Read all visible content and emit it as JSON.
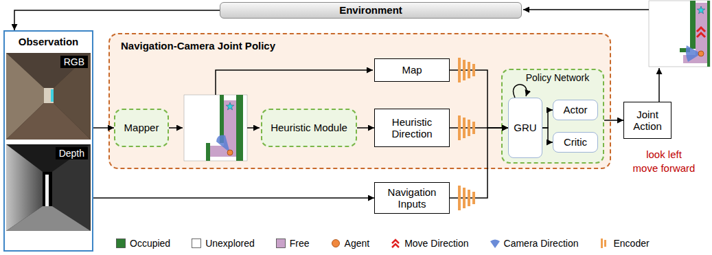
{
  "diagram": {
    "nodes": [
      {
        "text": [
          "Environment"
        ]
      },
      {
        "text": [
          "Observation"
        ]
      },
      {
        "text": [
          "RGB"
        ],
        "in": 1
      },
      {
        "text": [
          "Depth"
        ],
        "in": 1
      },
      {
        "text": [
          "Navigation-Camera Joint Policy"
        ]
      },
      {
        "text": [
          "Mapper"
        ],
        "in": 4
      },
      {
        "text": [
          "Map"
        ],
        "in": 4
      },
      {
        "text": [
          "Heuristic Module"
        ],
        "in": 4
      },
      {
        "text": [
          "Heuristic Direction"
        ],
        "in": 4
      },
      {
        "text": [
          "Policy Network"
        ],
        "in": 4
      },
      {
        "text": [
          "GRU"
        ],
        "in": 9
      },
      {
        "text": [
          "Actor"
        ],
        "in": 9
      },
      {
        "text": [
          "Critic"
        ],
        "in": 9
      },
      {
        "text": [
          "Joint Action"
        ]
      },
      {
        "text": [
          "Navigation Inputs"
        ]
      }
    ],
    "edges": [
      {
        "from": 0,
        "to": 1,
        "arrow": "to"
      },
      {
        "from": 1,
        "to": 5,
        "arrow": "to"
      },
      {
        "from": 7,
        "to": 8,
        "arrow": "to"
      },
      {
        "from": 6,
        "to": 10,
        "arrow": "to"
      },
      {
        "from": 8,
        "to": 10,
        "arrow": "to"
      },
      {
        "from": 14,
        "to": 10,
        "arrow": "to"
      },
      {
        "from": 1,
        "to": 14,
        "arrow": "to"
      },
      {
        "from": 10,
        "to": 11,
        "arrow": "to"
      },
      {
        "from": 10,
        "to": 12,
        "arrow": "to"
      },
      {
        "from": 9,
        "to": 13,
        "arrow": "to"
      }
    ],
    "labels": [
      "look left",
      "move forward"
    ],
    "legend": [
      {
        "text": "Occupied",
        "color": "#2e7d32"
      },
      {
        "text": "Unexplored",
        "color": "#ffffff"
      },
      {
        "text": "Free",
        "color": "#c9a2c9"
      },
      {
        "text": "Agent"
      },
      {
        "text": "Move Direction"
      },
      {
        "text": "Camera Direction"
      },
      {
        "text": "Encoder"
      }
    ]
  }
}
